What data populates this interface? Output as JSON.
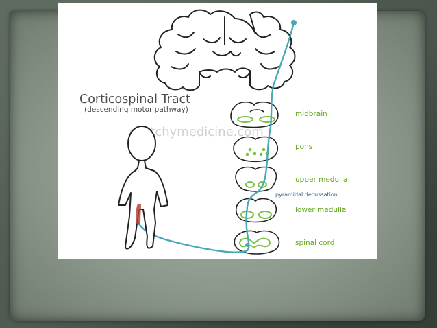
{
  "diagram": {
    "title": "Corticospinal Tract",
    "subtitle": "(descending motor pathway)",
    "watermark": "sketchymedicine.com",
    "labels": {
      "midbrain": "midbrain",
      "pons": "pons",
      "upper_medulla": "upper medulla",
      "decussation": "pyramidal decussation",
      "lower_medulla": "lower medulla",
      "spinal_cord": "spinal cord"
    },
    "colors": {
      "tract": "#4aa8b5",
      "labels": "#63a81c",
      "outline": "#222222",
      "muscle": "#b5453b"
    }
  }
}
